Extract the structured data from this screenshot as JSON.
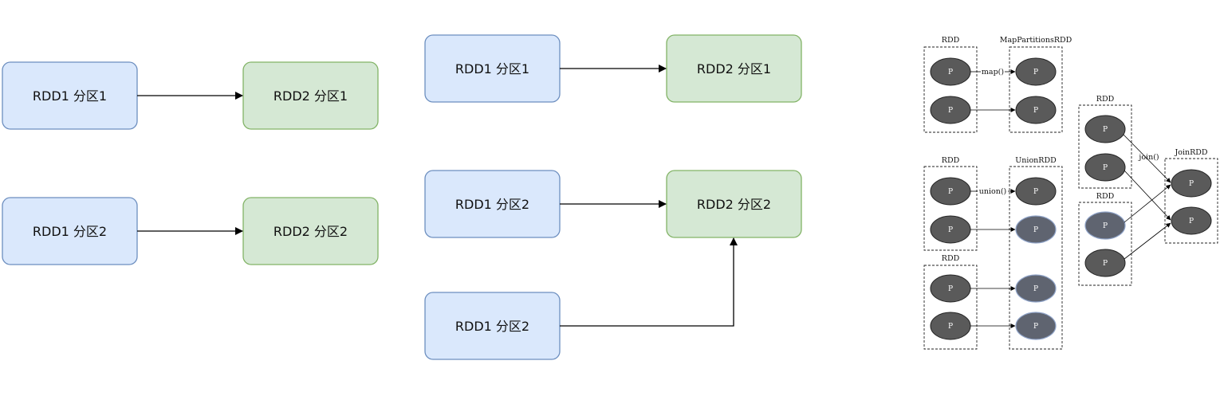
{
  "panel_left": {
    "rdd1_p1": "RDD1 分区1",
    "rdd2_p1": "RDD2 分区1",
    "rdd1_p2": "RDD1 分区2",
    "rdd2_p2": "RDD2 分区2"
  },
  "panel_middle": {
    "rdd1_p1": "RDD1 分区1",
    "rdd2_p1": "RDD2 分区1",
    "rdd1_p2": "RDD1 分区2",
    "rdd2_p2": "RDD2 分区2",
    "rdd1_p2b": "RDD1 分区2"
  },
  "panel_right": {
    "map_block": {
      "src_label": "RDD",
      "dst_label": "MapPartitionsRDD",
      "op": "map()"
    },
    "union_block": {
      "src_label_top": "RDD",
      "src_label_bottom": "RDD",
      "dst_label": "UnionRDD",
      "op": "union()"
    },
    "join_block": {
      "src_label_top": "RDD",
      "src_label_bottom": "RDD",
      "dst_label": "JoinRDD",
      "op": "join()"
    },
    "partition_label": "P"
  },
  "colors": {
    "blue_fill": "#dae8fc",
    "blue_stroke": "#6c8ebf",
    "green_fill": "#d5e8d4",
    "green_stroke": "#82b366",
    "partition_fill": "#5a5a5a"
  }
}
